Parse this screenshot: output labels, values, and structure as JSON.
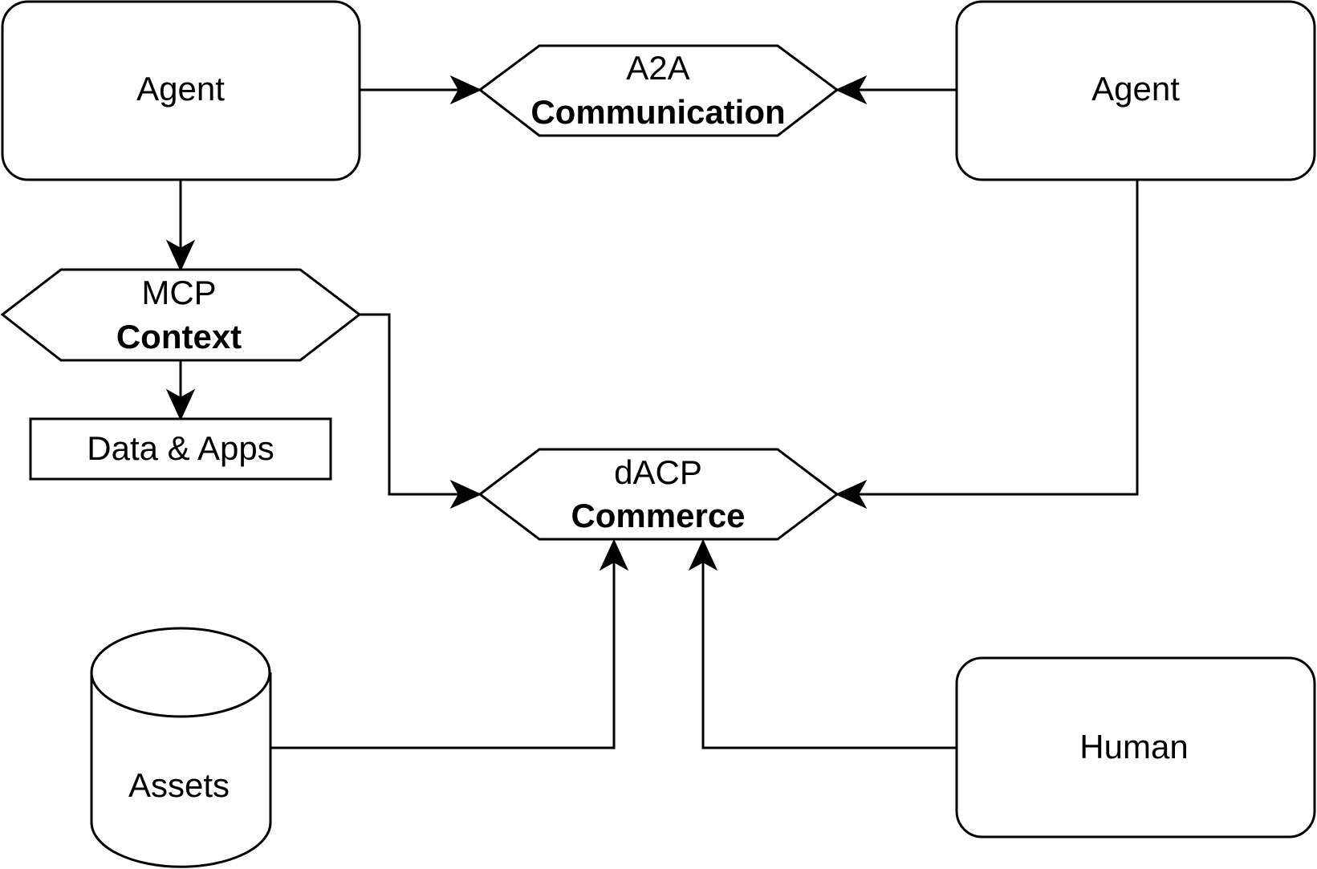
{
  "nodes": {
    "agent_left": {
      "label": "Agent"
    },
    "agent_right": {
      "label": "Agent"
    },
    "a2a": {
      "line1": "A2A",
      "line2": "Communication"
    },
    "mcp": {
      "line1": "MCP",
      "line2": "Context"
    },
    "data_apps": {
      "label": "Data & Apps"
    },
    "dacp": {
      "line1": "dACP",
      "line2": "Commerce"
    },
    "assets": {
      "label": "Assets"
    },
    "human": {
      "label": "Human"
    }
  },
  "colors": {
    "stroke": "#000000",
    "fill": "#ffffff"
  }
}
